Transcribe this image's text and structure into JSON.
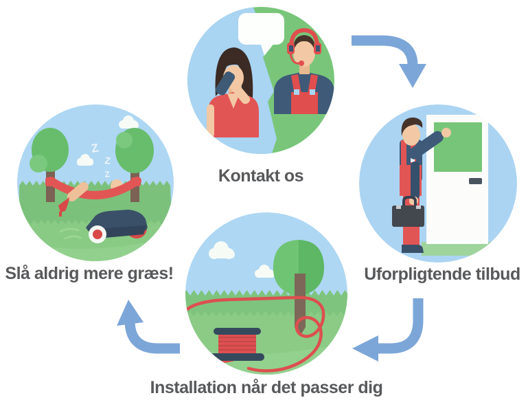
{
  "diagram": {
    "background_color": "#ffffff",
    "arrow_color": "#7ca6d8",
    "label_color": "#58595b",
    "accent_red": "#e25555",
    "accent_green": "#79c67a",
    "accent_blue_sky": "#aed7f3",
    "accent_navy": "#3e5a78",
    "steps": [
      {
        "id": "kontakt-os",
        "label": "Kontakt os",
        "illustration": "support-call-icon"
      },
      {
        "id": "uforpligtende-tilbud",
        "label": "Uforpligtende tilbud",
        "illustration": "salesman-at-door-icon"
      },
      {
        "id": "installation",
        "label": "Installation når det passer dig",
        "illustration": "cable-spool-garden-icon"
      },
      {
        "id": "slaa-aldrig-mere-graes",
        "label": "Slå aldrig mere græs!",
        "illustration": "robot-mower-hammock-icon"
      }
    ],
    "zzz": [
      "Z",
      "Z",
      "Z"
    ]
  }
}
